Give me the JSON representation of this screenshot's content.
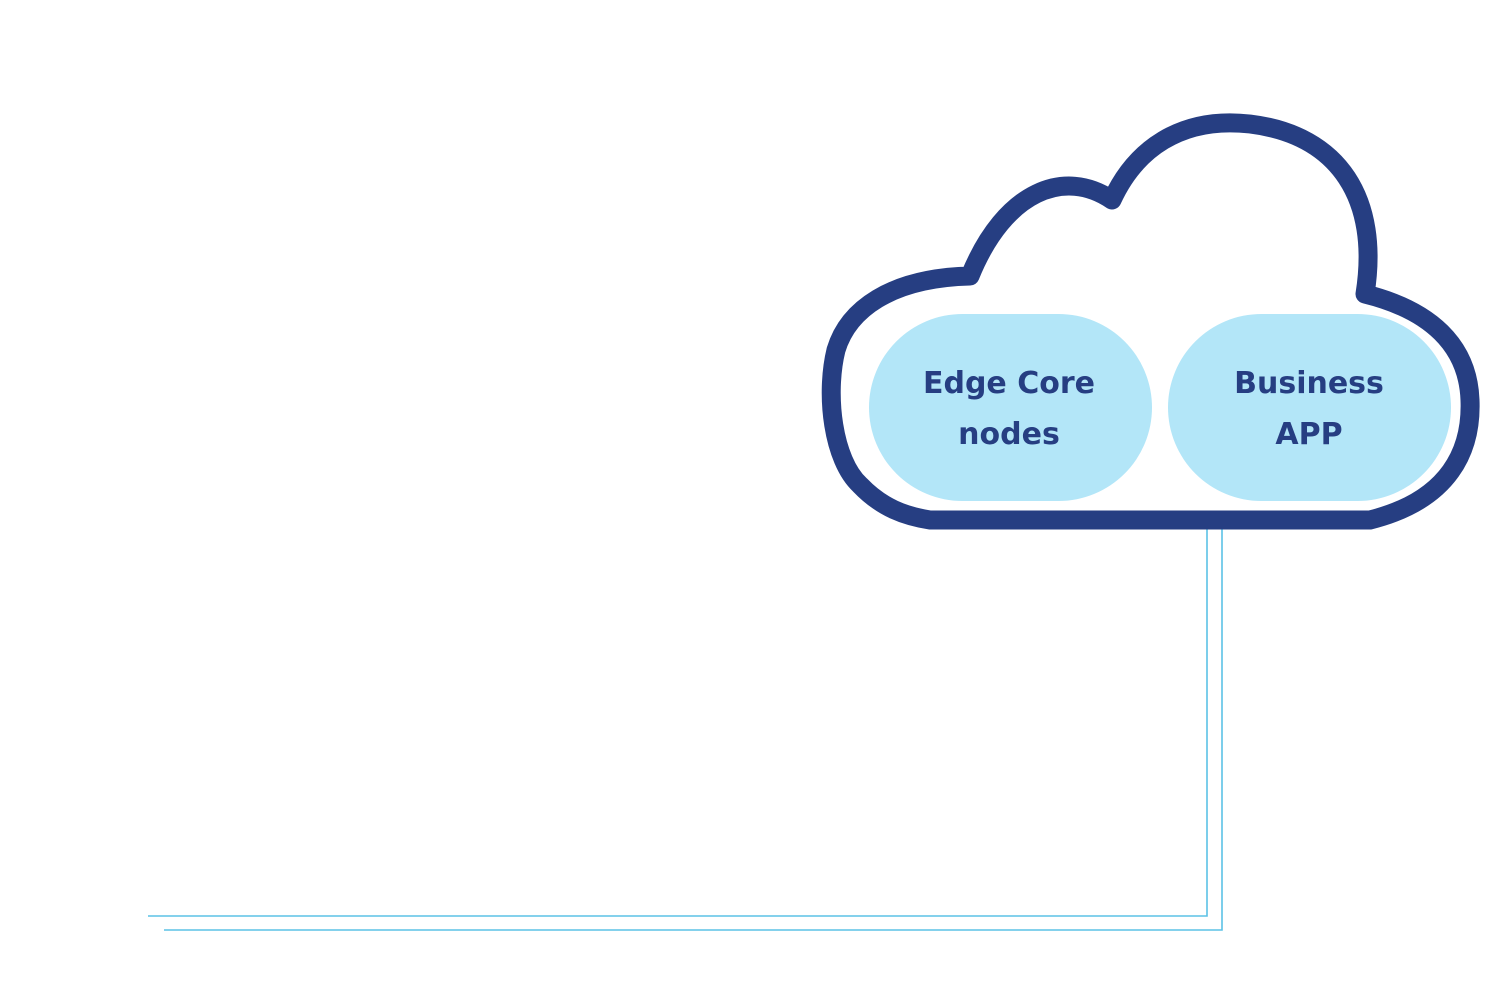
{
  "colors": {
    "cloud_outline": "#263e82",
    "node_fill": "#b3e6f8",
    "node_text": "#263e82",
    "connector": "#5cc2e6",
    "background": "#ffffff"
  },
  "cloud": {
    "nodes": [
      {
        "id": "edge-core-nodes",
        "lines": [
          "Edge Core",
          "nodes"
        ]
      },
      {
        "id": "business-app",
        "lines": [
          "Business",
          "APP"
        ]
      }
    ]
  }
}
